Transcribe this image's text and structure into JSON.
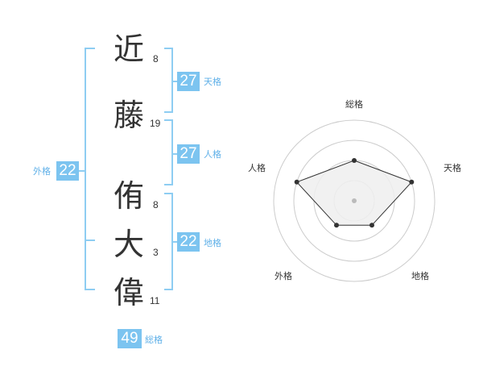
{
  "name": {
    "characters": [
      {
        "char": "近",
        "strokes": "8"
      },
      {
        "char": "藤",
        "strokes": "19"
      },
      {
        "char": "侑",
        "strokes": "8"
      },
      {
        "char": "大",
        "strokes": "3"
      },
      {
        "char": "偉",
        "strokes": "11"
      }
    ]
  },
  "fortune": {
    "tenkaku": {
      "value": "27",
      "label": "天格"
    },
    "jinkaku": {
      "value": "27",
      "label": "人格"
    },
    "chikaku": {
      "value": "22",
      "label": "地格"
    },
    "gaikaku": {
      "value": "22",
      "label": "外格"
    },
    "soukaku": {
      "value": "49",
      "label": "総格"
    }
  },
  "colors": {
    "accent": "#7cc4f0",
    "accent_text": "#5fb0e8",
    "bracket": "#8ecdf2",
    "text": "#333333",
    "radar_grid": "#cccccc",
    "radar_fill": "#eeeeee",
    "radar_stroke": "#333333"
  },
  "chart_data": {
    "type": "radar",
    "axes": [
      "総格",
      "天格",
      "地格",
      "外格",
      "人格"
    ],
    "levels": 4,
    "max": 4,
    "values": [
      2,
      3,
      1.5,
      1.5,
      3
    ]
  }
}
